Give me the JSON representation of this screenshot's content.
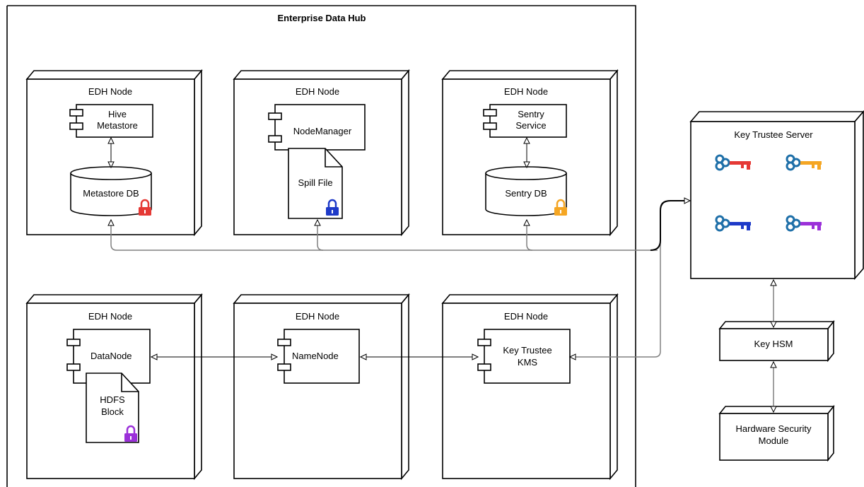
{
  "hub": {
    "title": "Enterprise Data Hub"
  },
  "nodes": {
    "hive_node": {
      "title": "EDH Node",
      "component": [
        "Hive",
        "Metastore"
      ],
      "db": "Metastore DB"
    },
    "nm_node": {
      "title": "EDH Node",
      "component": "NodeManager",
      "file": "Spill File"
    },
    "sentry_node": {
      "title": "EDH Node",
      "component": [
        "Sentry",
        "Service"
      ],
      "db": "Sentry DB"
    },
    "dn_node": {
      "title": "EDH Node",
      "component": "DataNode",
      "file": [
        "HDFS",
        "Block"
      ]
    },
    "nn_node": {
      "title": "EDH Node",
      "component": "NameNode"
    },
    "kms_node": {
      "title": "EDH Node",
      "component": [
        "Key Trustee",
        "KMS"
      ]
    }
  },
  "key_trustee_server": {
    "title": "Key Trustee Server",
    "keys": [
      {
        "color": "#e53935",
        "icon": "key-icon"
      },
      {
        "color": "#f5a623",
        "icon": "key-icon"
      },
      {
        "color": "#1e3ac8",
        "icon": "key-icon"
      },
      {
        "color": "#9b30d9",
        "icon": "key-icon"
      }
    ]
  },
  "key_hsm": {
    "title": "Key HSM"
  },
  "hsm": {
    "title": [
      "Hardware Security",
      "Module"
    ]
  },
  "locks": {
    "metastore_db": "#e53935",
    "spill_file": "#1e3ac8",
    "sentry_db": "#f5a623",
    "hdfs_block": "#9b30d9"
  },
  "key_ring_color": "#1e6fa8"
}
